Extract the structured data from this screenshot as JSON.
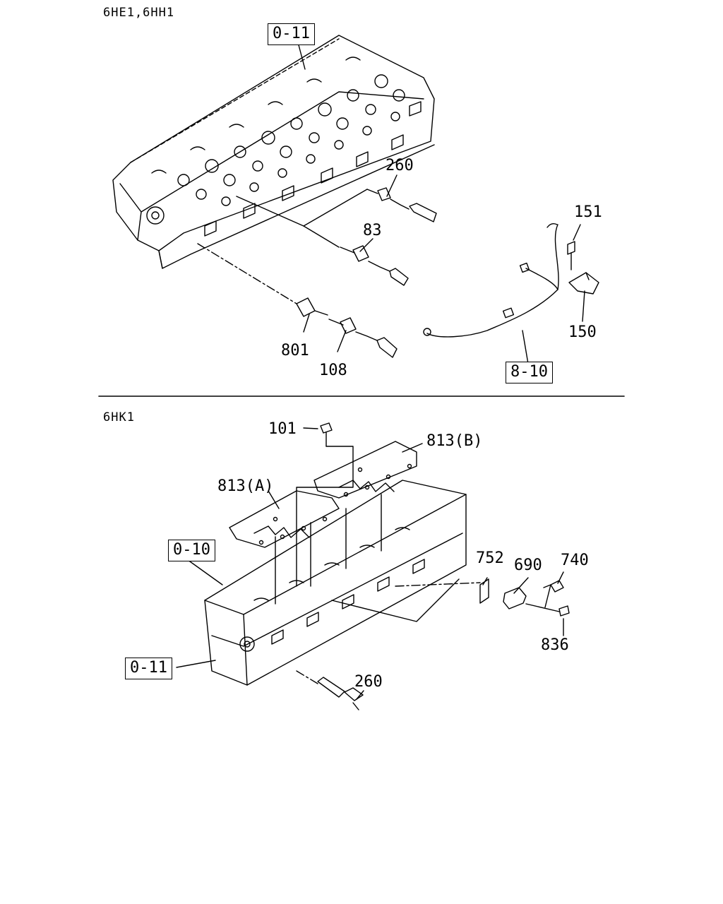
{
  "sections": {
    "top_title": "6HE1,6HH1",
    "bottom_title": "6HK1"
  },
  "top": {
    "ref_head": "0-11",
    "ref_harness": "8-10",
    "p260": "260",
    "p83": "83",
    "p151": "151",
    "p150": "150",
    "p801": "801",
    "p108": "108"
  },
  "bottom": {
    "p101": "101",
    "p813b": "813(B)",
    "p813a": "813(A)",
    "ref_cover": "0-10",
    "p752": "752",
    "p690": "690",
    "p740": "740",
    "p836": "836",
    "ref_head": "0-11",
    "p260": "260"
  }
}
